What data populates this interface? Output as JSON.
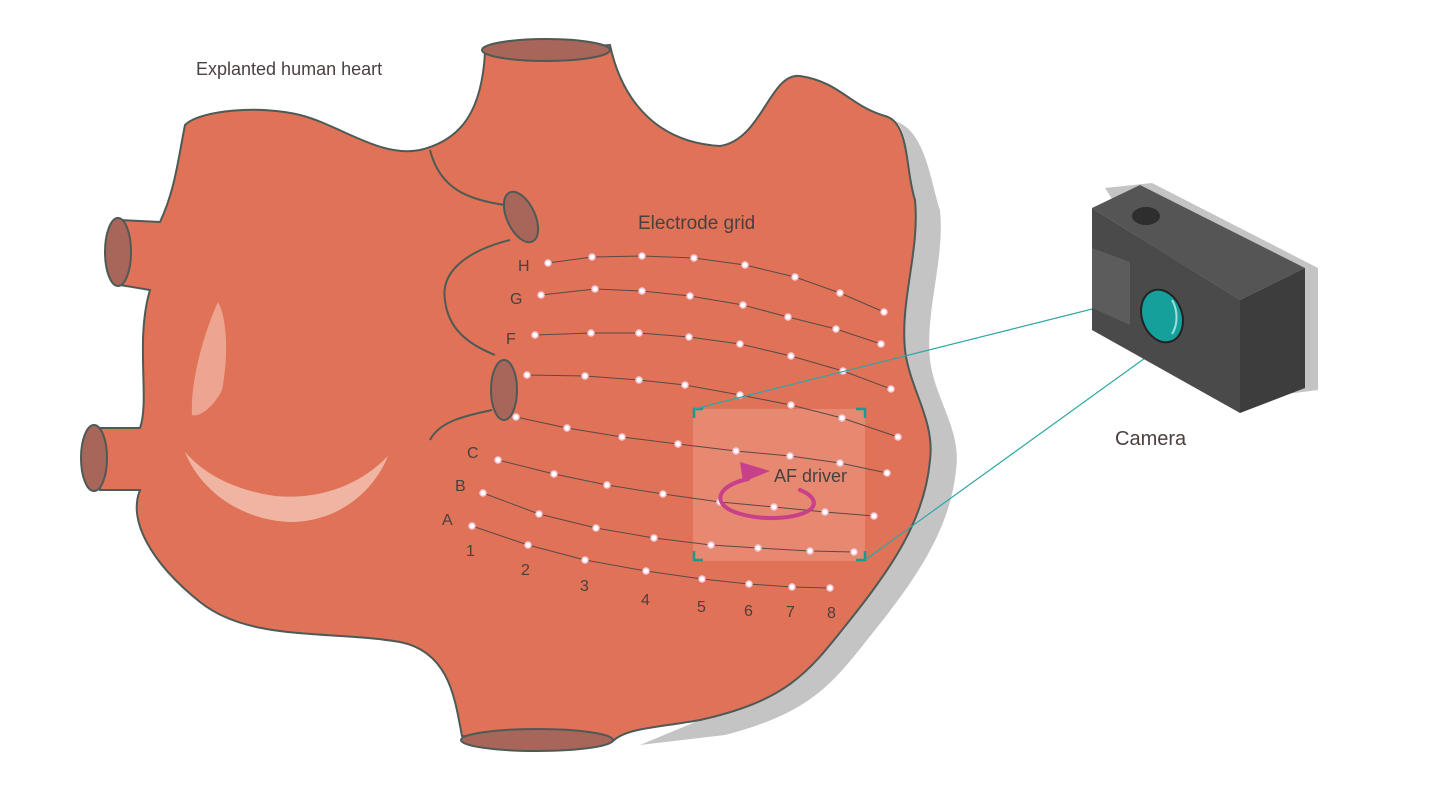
{
  "title": "Explanted human heart",
  "grid_label": "Electrode grid",
  "camera_label": "Camera",
  "driver_label": "AF driver",
  "row_labels": [
    "H",
    "G",
    "F",
    "C",
    "B",
    "A"
  ],
  "column_labels": [
    "1",
    "2",
    "3",
    "4",
    "5",
    "6",
    "7",
    "8"
  ],
  "colors": {
    "tissue": "#e07257",
    "outline": "#4d5a55",
    "shadow": "#c4c4c4",
    "vessel": "#a8655a",
    "camera": "#4a4a4a",
    "lens": "#16a09c",
    "driver": "#c8408a",
    "beam": "#2aa8a4"
  }
}
